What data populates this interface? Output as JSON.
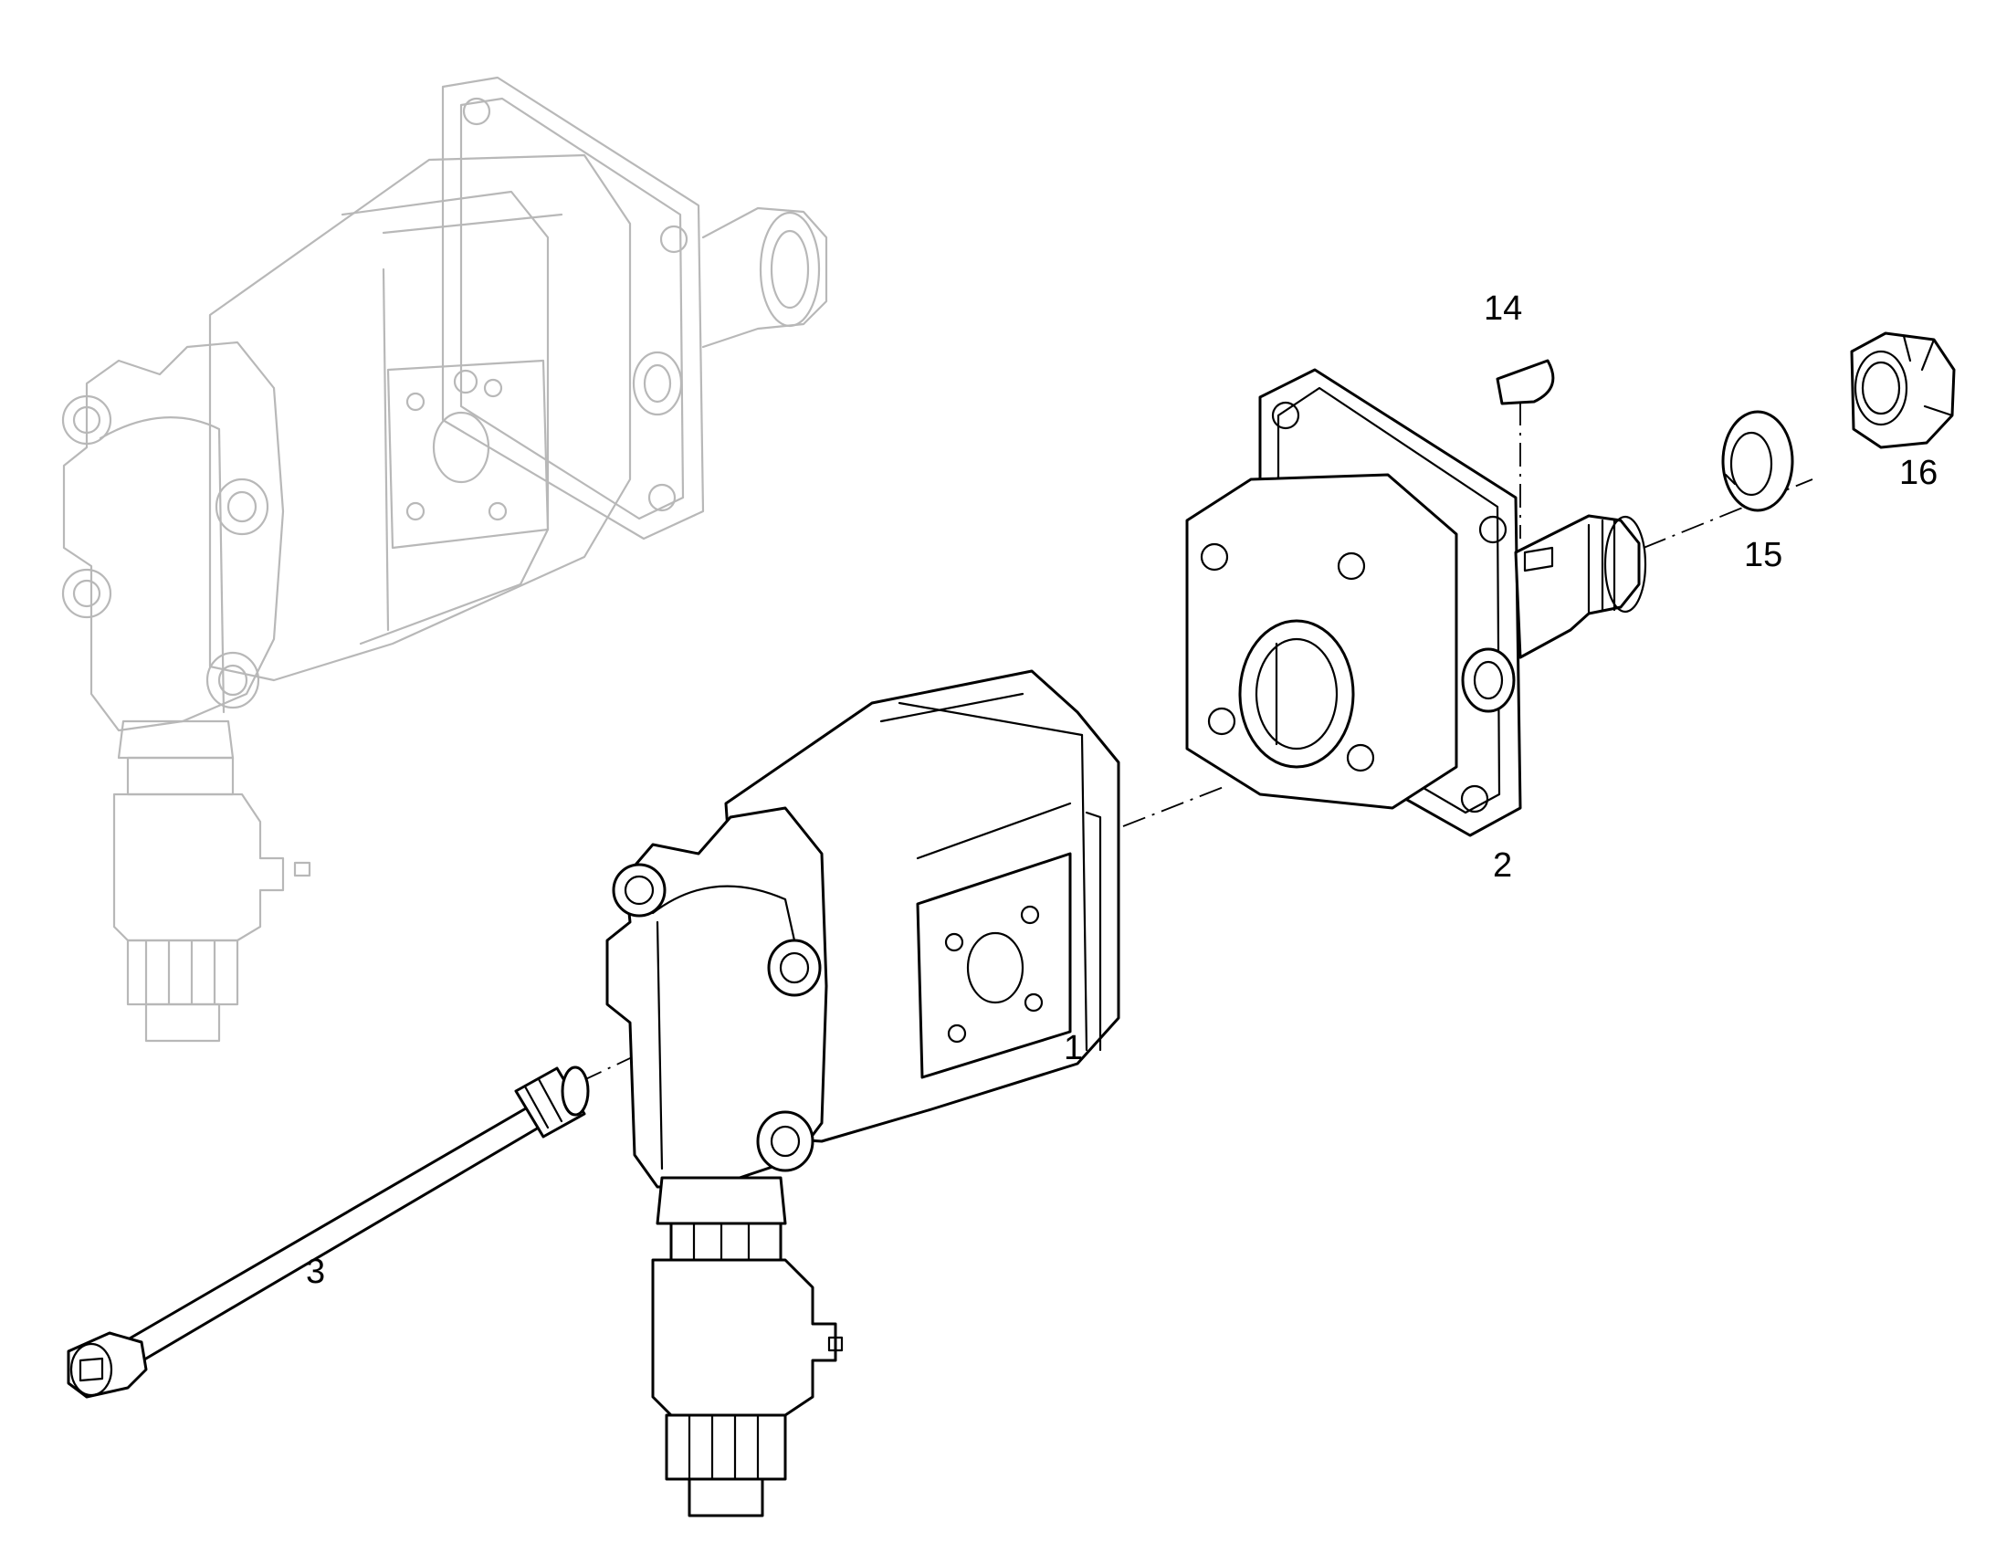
{
  "callouts": [
    {
      "id": "1",
      "label": "1"
    },
    {
      "id": "2",
      "label": "2"
    },
    {
      "id": "3",
      "label": "3"
    },
    {
      "id": "14",
      "label": "14"
    },
    {
      "id": "15",
      "label": "15"
    },
    {
      "id": "16",
      "label": "16"
    }
  ]
}
